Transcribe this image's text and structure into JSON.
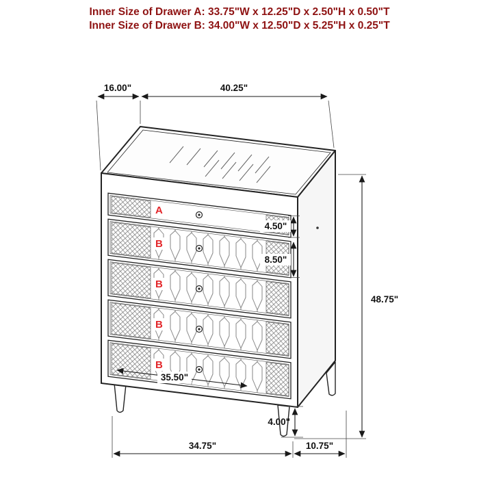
{
  "title": {
    "line1": "Inner Size of Drawer A: 33.75\"W x 12.25\"D x 2.50\"H x 0.50\"T",
    "line2": "Inner Size of Drawer B: 34.00\"W x 12.50\"D x 5.25\"H x 0.25\"T",
    "color": "#8e1212"
  },
  "diagram": {
    "drawer_letter_color": "#e3262a",
    "line_color": "#222222",
    "drawers": [
      {
        "label": "A"
      },
      {
        "label": "B"
      },
      {
        "label": "B"
      },
      {
        "label": "B"
      },
      {
        "label": "B"
      }
    ],
    "dimensions": {
      "top_depth": "16.00\"",
      "top_width": "40.25\"",
      "overall_height": "48.75\"",
      "drawer_a_front_height": "4.50\"",
      "drawer_b_front_height": "8.50\"",
      "drawer_inner_width": "35.50\"",
      "leg_height": "4.00\"",
      "base_width": "34.75\"",
      "base_depth": "10.75\""
    }
  }
}
